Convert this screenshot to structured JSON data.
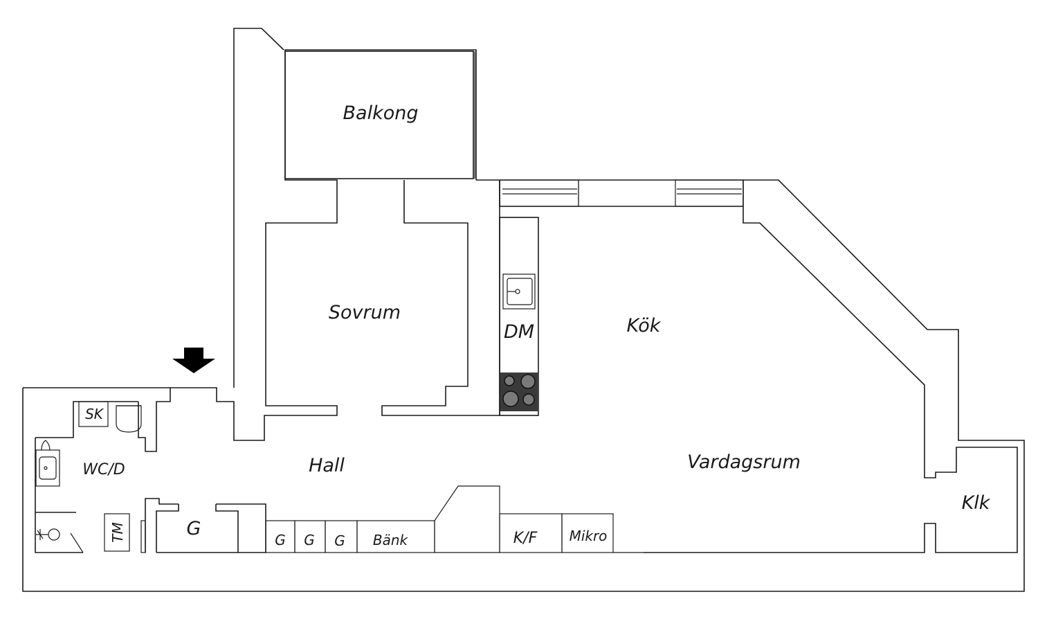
{
  "rooms": {
    "balkong": "Balkong",
    "sovrum": "Sovrum",
    "kok": "Kök",
    "dm": "DM",
    "hall": "Hall",
    "vardagsrum": "Vardagsrum",
    "klk": "Klk",
    "wcd": "WC/D",
    "sk": "SK",
    "tm": "TM",
    "g_hall": "G",
    "g1": "G",
    "g2": "G",
    "g3": "G",
    "bank": "Bänk",
    "kf": "K/F",
    "mikro": "Mikro"
  },
  "colors": {
    "line": "#1a1a1a",
    "stove": "#3a3a3a",
    "burner": "#7a7a7a",
    "arrow": "#000000"
  },
  "icons": {
    "entrance": "entrance-arrow-icon",
    "sink": "sink-icon",
    "stove": "stove-icon",
    "toilet": "toilet-icon",
    "washbasin": "washbasin-icon",
    "shower": "shower-icon"
  }
}
